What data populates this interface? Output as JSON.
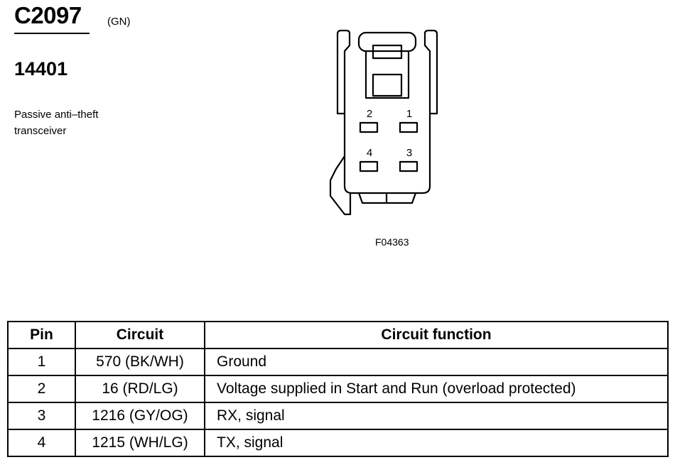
{
  "header": {
    "connector_id": "C2097",
    "connector_color": "(GN)",
    "part_number": "14401",
    "description_line1": "Passive anti–theft",
    "description_line2": "transceiver"
  },
  "diagram": {
    "figure_id": "F04363",
    "pin_labels": [
      "2",
      "1",
      "4",
      "3"
    ]
  },
  "table": {
    "headers": [
      "Pin",
      "Circuit",
      "Circuit function"
    ],
    "rows": [
      {
        "pin": "1",
        "circuit": "570 (BK/WH)",
        "function": "Ground"
      },
      {
        "pin": "2",
        "circuit": "16 (RD/LG)",
        "function": "Voltage supplied in Start and Run (overload protected)"
      },
      {
        "pin": "3",
        "circuit": "1216 (GY/OG)",
        "function": "RX, signal"
      },
      {
        "pin": "4",
        "circuit": "1215 (WH/LG)",
        "function": "TX, signal"
      }
    ]
  }
}
